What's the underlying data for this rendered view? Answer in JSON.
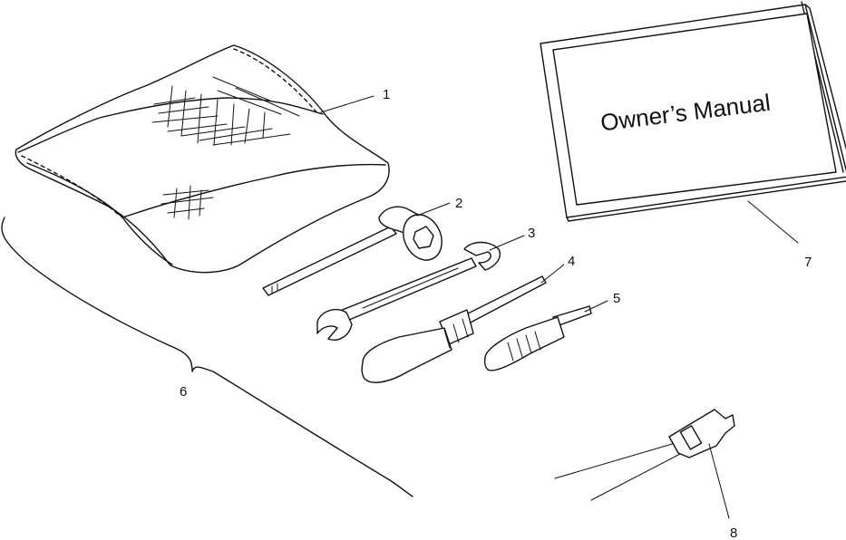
{
  "diagram": {
    "callouts": {
      "c1": "1",
      "c2": "2",
      "c3": "3",
      "c4": "4",
      "c5": "5",
      "c6": "6",
      "c7": "7",
      "c8": "8"
    },
    "manual_cover_text": "Owner’s Manual"
  }
}
